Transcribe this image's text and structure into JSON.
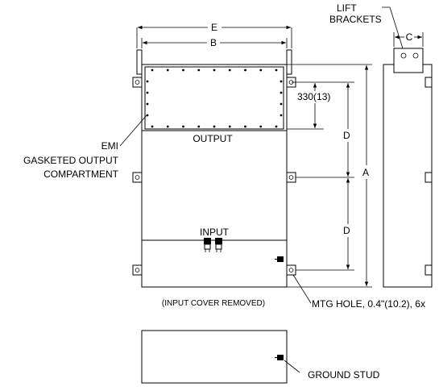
{
  "labels": {
    "dim_e": "E",
    "dim_b": "B",
    "dim_c": "C",
    "dim_a": "A",
    "dim_d_upper": "D",
    "dim_d_lower": "D",
    "dim_330": "330(13)",
    "lift_brackets_line1": "LIFT",
    "lift_brackets_line2": "BRACKETS",
    "emi_line1": "EMI",
    "emi_line2": "GASKETED OUTPUT",
    "emi_line3": "COMPARTMENT",
    "output": "OUTPUT",
    "input": "INPUT",
    "input_cover_removed": "(INPUT COVER REMOVED)",
    "mtg_hole": "MTG HOLE, 0.4\"(10.2), 6x",
    "ground_stud": "GROUND STUD"
  },
  "colors": {
    "line": "#000000",
    "background": "#ffffff"
  }
}
